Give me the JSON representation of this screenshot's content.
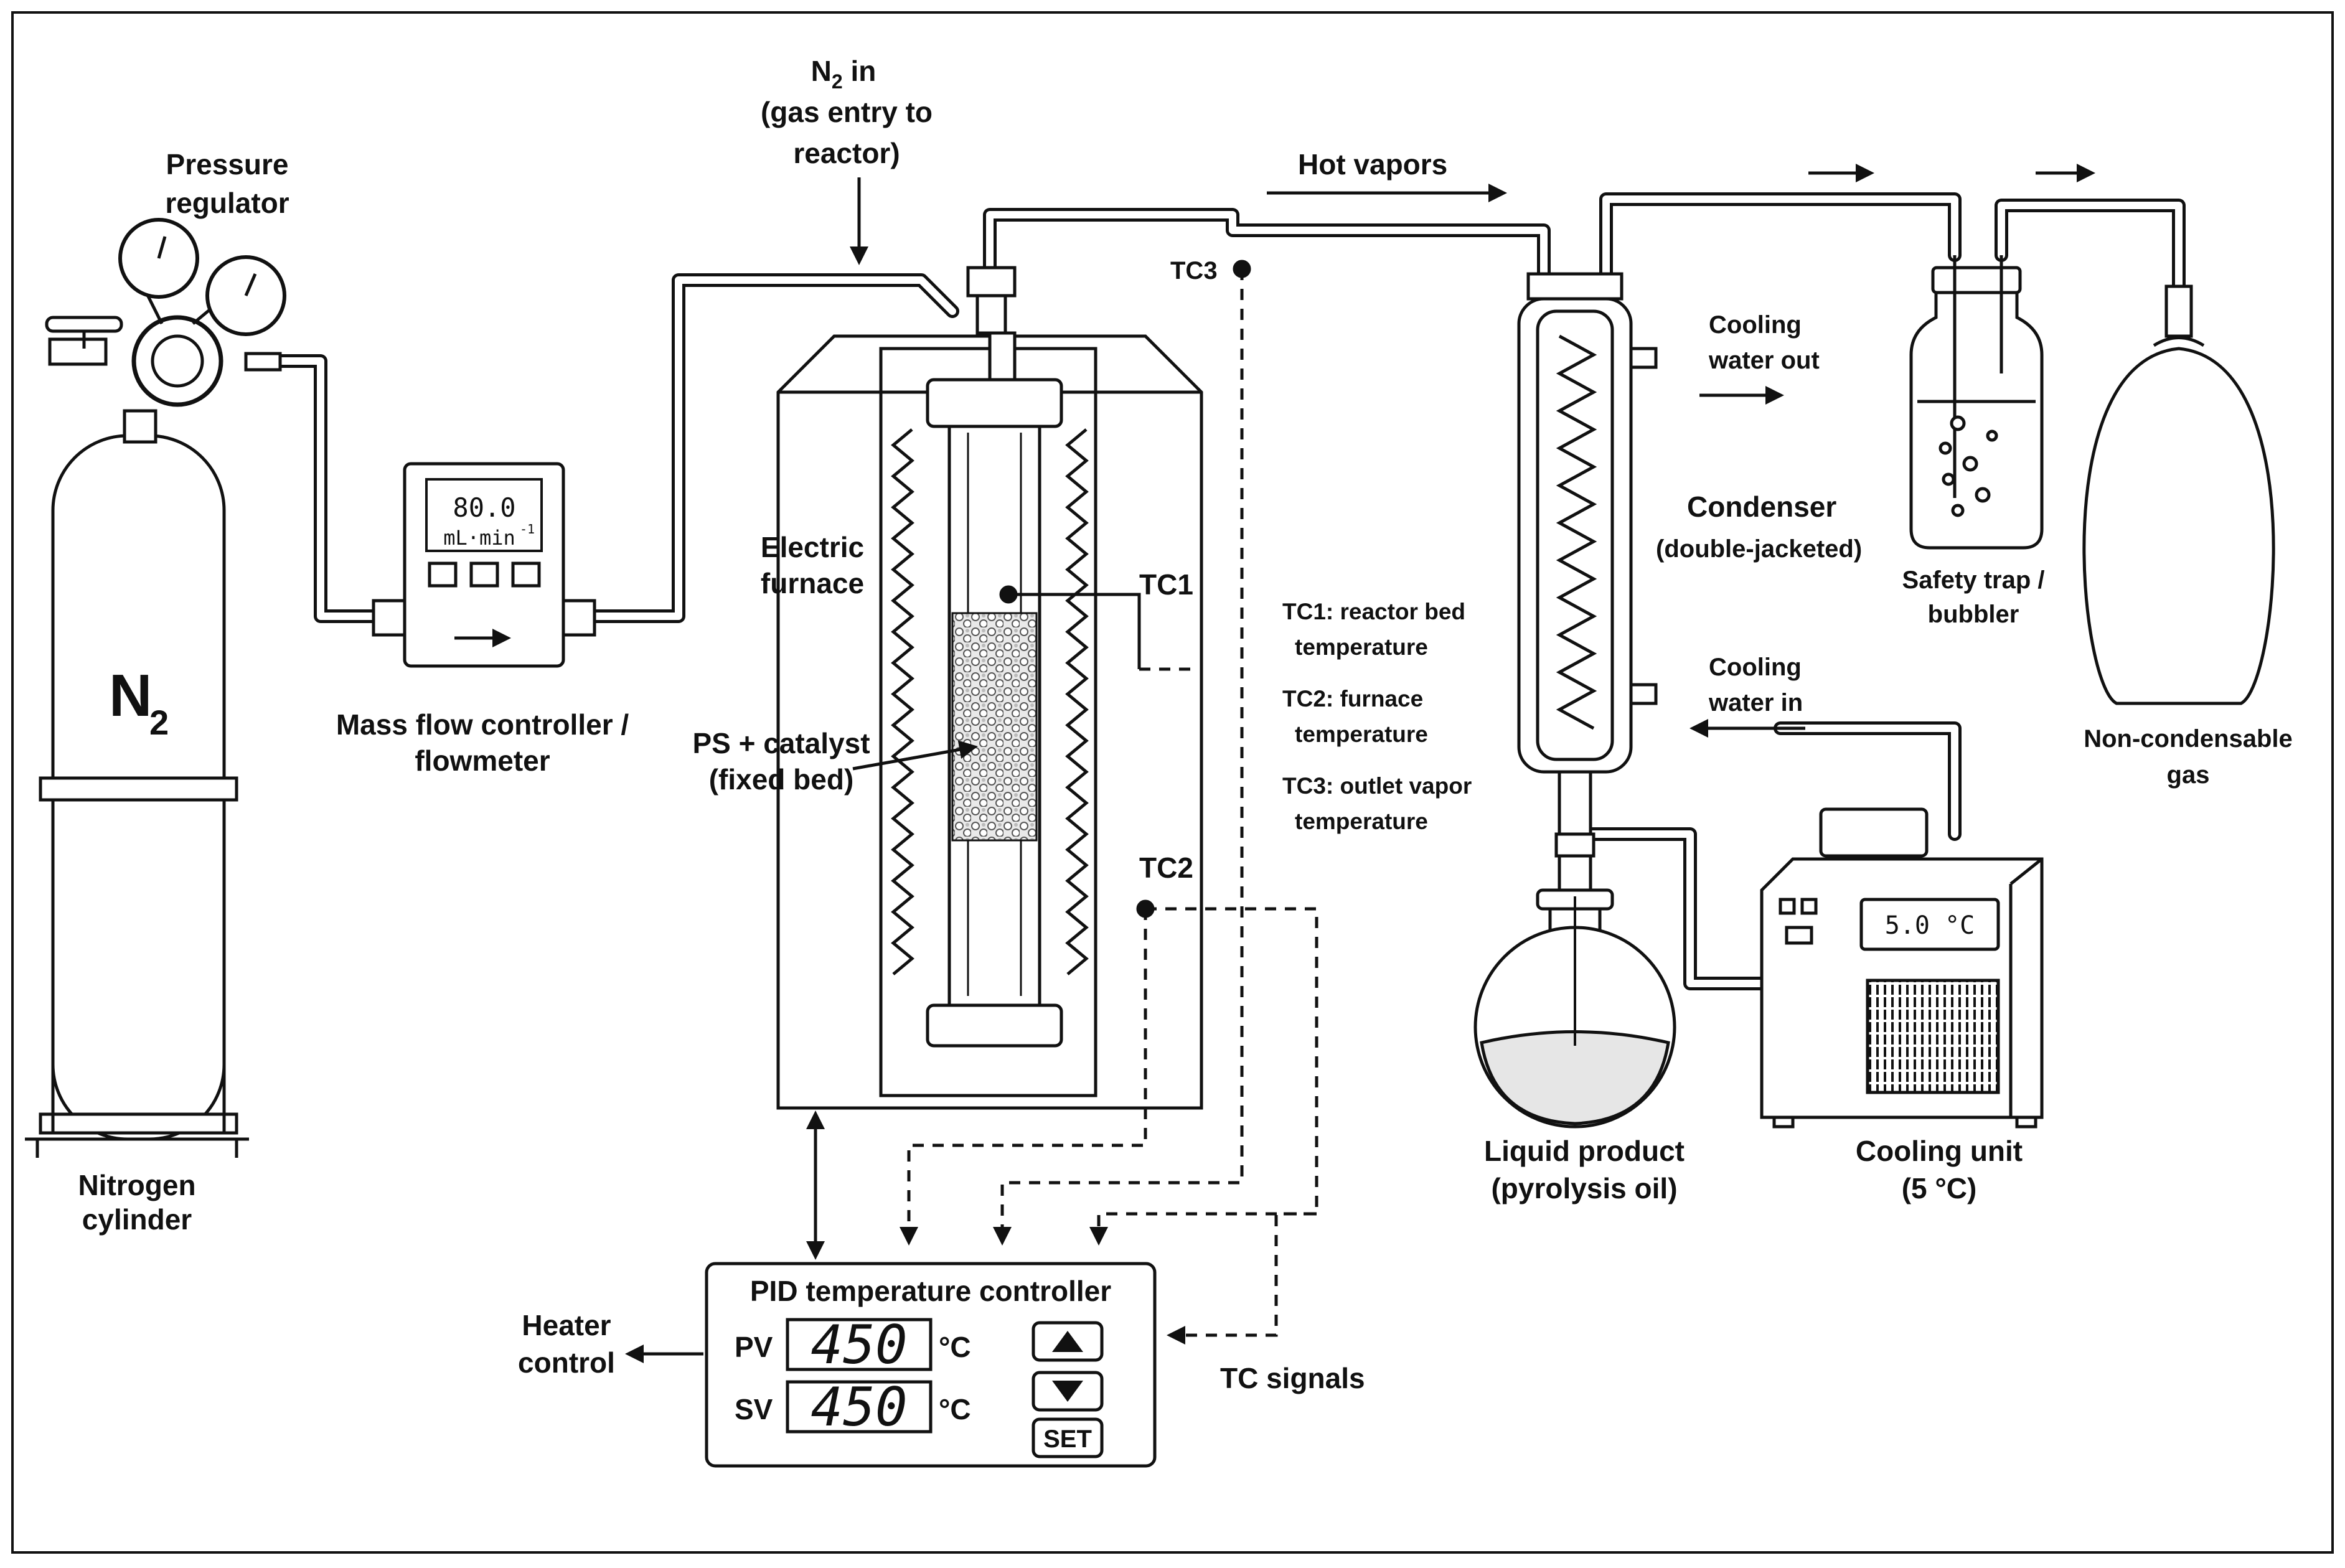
{
  "title": "",
  "labels": {
    "pressure_regulator": [
      "Pressure",
      "regulator"
    ],
    "n2_in_line1": "N",
    "n2_in_sub": "2",
    "n2_in_line1_rest": " in",
    "n2_in_lines": [
      "(gas entry to",
      "reactor)"
    ],
    "hot_vapors": "Hot vapors",
    "tc3_tag": "TC3",
    "cylinder_symbol": "N",
    "cylinder_sub": "2",
    "nitrogen_cylinder": [
      "Nitrogen",
      "cylinder"
    ],
    "mfc": [
      "Mass flow controller /",
      "flowmeter"
    ],
    "mfc_display_value": "80.0",
    "mfc_display_unit": "mL·min",
    "mfc_display_exp": "-1",
    "electric_furnace": [
      "Electric",
      "furnace"
    ],
    "tc1_tag": "TC1",
    "tc2_tag": "TC2",
    "bed": [
      "PS + catalyst",
      "(fixed bed)"
    ],
    "tc_legend": [
      [
        "TC1: reactor bed",
        "temperature"
      ],
      [
        "TC2: furnace",
        "temperature"
      ],
      [
        "TC3: outlet vapor",
        "temperature"
      ]
    ],
    "cooling_water_out": [
      "Cooling",
      "water out"
    ],
    "cooling_water_in": [
      "Cooling",
      "water in"
    ],
    "condenser": "Condenser",
    "condenser_sub": "(double-jacketed)",
    "safety_trap": [
      "Safety trap /",
      "bubbler"
    ],
    "non_condensable": [
      "Non-condensable",
      "gas"
    ],
    "liquid_product": [
      "Liquid product",
      "(pyrolysis oil)"
    ],
    "cooling_unit": [
      "Cooling unit",
      "(5 °C)"
    ],
    "cooling_unit_display": "5.0 °C",
    "pid_title": "PID temperature controller",
    "pv_label": "PV",
    "sv_label": "SV",
    "pv_value": "450",
    "sv_value": "450",
    "unit_c": "°C",
    "set_button": "SET",
    "heater_control": [
      "Heater",
      "control"
    ],
    "tc_signals": "TC signals"
  }
}
